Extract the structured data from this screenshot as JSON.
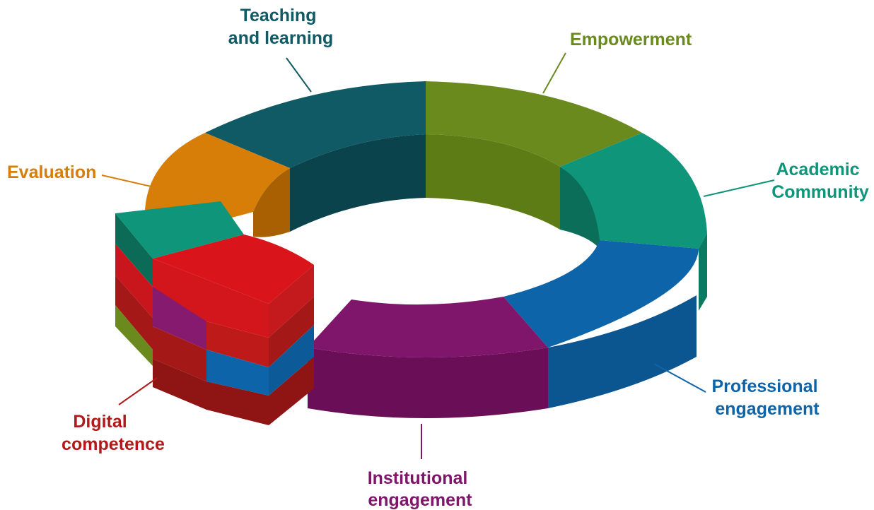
{
  "segments": [
    {
      "id": "teaching",
      "lines": [
        "Teaching",
        "and learning"
      ],
      "color": "#0f5a64"
    },
    {
      "id": "empowerment",
      "lines": [
        "Empowerment"
      ],
      "color": "#6a8a1e"
    },
    {
      "id": "academic",
      "lines": [
        "Academic",
        "Community"
      ],
      "color": "#0e957a"
    },
    {
      "id": "professional",
      "lines": [
        "Professional",
        "engagement"
      ],
      "color": "#0d64a8"
    },
    {
      "id": "institutional",
      "lines": [
        "Institutional",
        "engagement"
      ],
      "color": "#80166b"
    },
    {
      "id": "digital",
      "lines": [
        "Digital",
        "competence"
      ],
      "color": "#b01a1a"
    },
    {
      "id": "evaluation",
      "lines": [
        "Evaluation"
      ],
      "color": "#d67e07"
    }
  ]
}
